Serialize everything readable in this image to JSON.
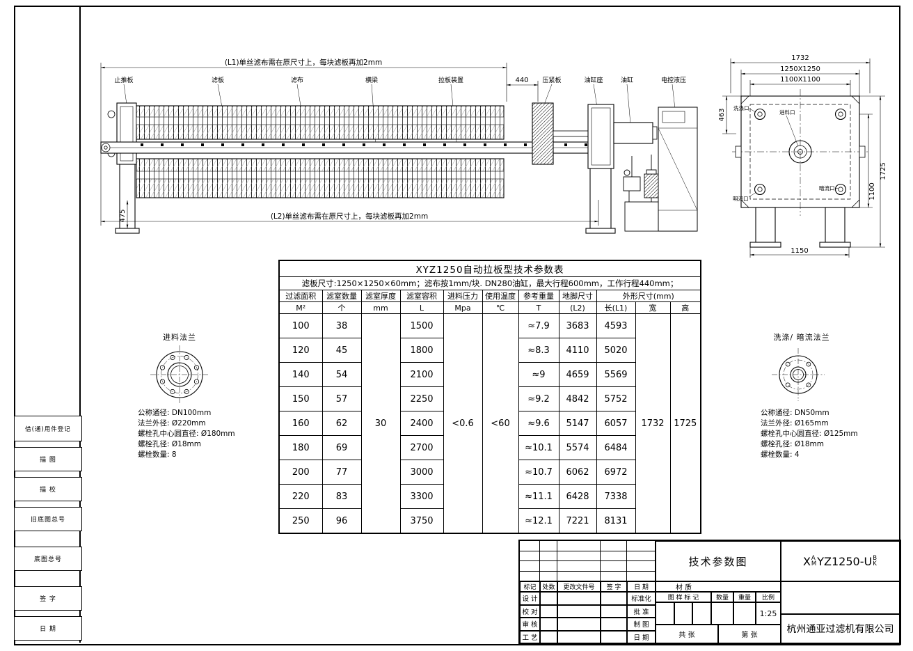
{
  "margin_boxes": [
    "借(通)用件登记",
    "描  图",
    "描  校",
    "旧底图总号",
    "底图总号",
    "签  字",
    "日  期"
  ],
  "side_view": {
    "l1_note": "(L1)单丝滤布需在原尺寸上，每块滤板再加2mm",
    "l2_note": "(L2)单丝滤布需在原尺寸上，每块滤板再加2mm",
    "d440": "440",
    "d475": "475",
    "labels": {
      "thrust_plate": "止推板",
      "filter_plate": "滤板",
      "filter_cloth": "滤布",
      "main_beam": "横梁",
      "plate_shifter": "拉板装置",
      "press_plate": "压紧板",
      "cylinder_seat": "油缸座",
      "cylinder": "油缸",
      "control_unit": "电控液压"
    }
  },
  "end_view": {
    "dims": {
      "overall_width": "1732",
      "plate_size": "1250X1250",
      "inner_size": "1100X1100",
      "d463": "463",
      "overall_height": "1725",
      "d1100": "1100",
      "foot_span": "1150"
    },
    "ports": {
      "wash": "洗涤口",
      "feed": "进料口",
      "dark_outlet": "暗流口",
      "open_outlet": "明流口"
    }
  },
  "feed_flange": {
    "title": "进料法兰",
    "specs": [
      "公称通径: DN100mm",
      "法兰外径: Ø220mm",
      "螺栓孔中心圆直径: Ø180mm",
      "螺栓孔径: Ø18mm",
      "螺栓数量: 8"
    ]
  },
  "wash_flange": {
    "title": "洗涤/ 暗流法兰",
    "specs": [
      "公称通径: DN50mm",
      "法兰外径: Ø165mm",
      "螺栓孔中心圆直径: Ø125mm",
      "螺栓孔径: Ø18mm",
      "螺栓数量: 4"
    ]
  },
  "table": {
    "title": "XYZ1250自动拉板型技术参数表",
    "subtitle": "滤板尺寸:1250×1250×60mm；滤布按1mm/块. DN280油缸，最大行程600mm，工作行程440mm；",
    "headers": {
      "area": "过滤面积",
      "area_unit": "M²",
      "chambers": "滤室数量",
      "chambers_unit": "个",
      "thickness": "滤室厚度",
      "thickness_unit": "mm",
      "volume": "滤室容积",
      "volume_unit": "L",
      "pressure": "进料压力",
      "pressure_unit": "Mpa",
      "temperature": "使用温度",
      "temperature_unit": "℃",
      "weight": "参考重量",
      "weight_unit": "T",
      "foot": "地脚尺寸",
      "foot_unit": "(L2)",
      "overall": "外形尺寸(mm)",
      "length": "长(L1)",
      "width": "宽",
      "height": "高"
    },
    "merged": {
      "thickness": "30",
      "pressure": "<0.6",
      "temperature": "<60",
      "width": "1732",
      "height": "1725"
    },
    "rows": [
      {
        "area": "100",
        "chambers": "38",
        "volume": "1500",
        "weight": "≈7.9",
        "l2": "3683",
        "l1": "4593"
      },
      {
        "area": "120",
        "chambers": "45",
        "volume": "1800",
        "weight": "≈8.3",
        "l2": "4110",
        "l1": "5020"
      },
      {
        "area": "140",
        "chambers": "54",
        "volume": "2100",
        "weight": "≈9",
        "l2": "4659",
        "l1": "5569"
      },
      {
        "area": "150",
        "chambers": "57",
        "volume": "2250",
        "weight": "≈9.2",
        "l2": "4842",
        "l1": "5752"
      },
      {
        "area": "160",
        "chambers": "62",
        "volume": "2400",
        "weight": "≈9.6",
        "l2": "5147",
        "l1": "6057"
      },
      {
        "area": "180",
        "chambers": "69",
        "volume": "2700",
        "weight": "≈10.1",
        "l2": "5574",
        "l1": "6484"
      },
      {
        "area": "200",
        "chambers": "77",
        "volume": "3000",
        "weight": "≈10.7",
        "l2": "6062",
        "l1": "6972"
      },
      {
        "area": "220",
        "chambers": "83",
        "volume": "3300",
        "weight": "≈11.1",
        "l2": "6428",
        "l1": "7338"
      },
      {
        "area": "250",
        "chambers": "96",
        "volume": "3750",
        "weight": "≈12.1",
        "l2": "7221",
        "l1": "8131"
      }
    ]
  },
  "title_block": {
    "drawing_title": "技术参数图",
    "drawing_no": {
      "p1": "X",
      "sup1": "A",
      "sub1": "M",
      "p2": "YZ1250-U",
      "sup2": "B",
      "sub2": "K"
    },
    "rev_cols": [
      "标记",
      "处数",
      "更改文件号",
      "签 字",
      "日 期"
    ],
    "roles": [
      {
        "left": "设 计",
        "right": "标准化"
      },
      {
        "left": "校 对",
        "right": "批 准"
      },
      {
        "left": "审 核",
        "right": "制 图"
      },
      {
        "left": "工 艺",
        "right": "日 期"
      }
    ],
    "material_label": "材    质",
    "mark_cols": [
      "图 样 标 记",
      "数量",
      "重量",
      "比例"
    ],
    "scale": "1:25",
    "sheet_total": "共    张",
    "sheet_no": "第    张",
    "company": "杭州通亚过滤机有限公司"
  }
}
